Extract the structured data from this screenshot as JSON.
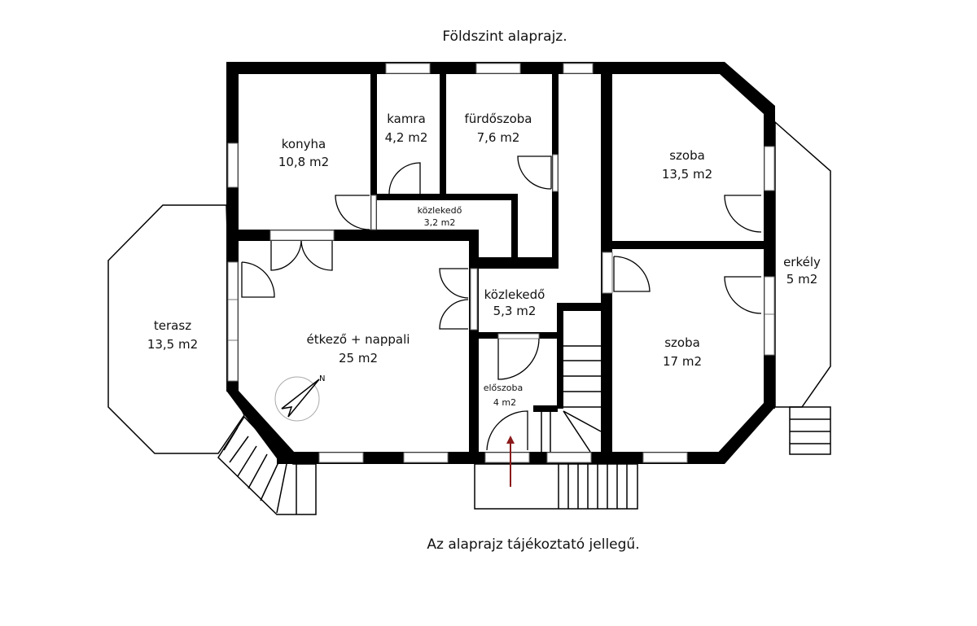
{
  "title": "Földszint alaprajz.",
  "footer": "Az alaprajz tájékoztató jellegű.",
  "rooms": [
    {
      "name": "konyha",
      "area": "10,8 m2"
    },
    {
      "name": "kamra",
      "area": "4,2 m2"
    },
    {
      "name": "fürdőszoba",
      "area": "7,6 m2"
    },
    {
      "name": "szoba",
      "area": "13,5 m2"
    },
    {
      "name": "közlekedő",
      "area": "3,2 m2"
    },
    {
      "name": "erkély",
      "area": "5 m2"
    },
    {
      "name": "terasz",
      "area": "13,5 m2"
    },
    {
      "name": "étkező + nappali",
      "area": "25 m2"
    },
    {
      "name": "közlekedő",
      "area": "5,3 m2"
    },
    {
      "name": "szoba",
      "area": "17 m2"
    },
    {
      "name": "előszoba",
      "area": "4 m2"
    }
  ],
  "colors": {
    "wall": "#000000",
    "entrance_arrow": "#8b1a1a"
  }
}
